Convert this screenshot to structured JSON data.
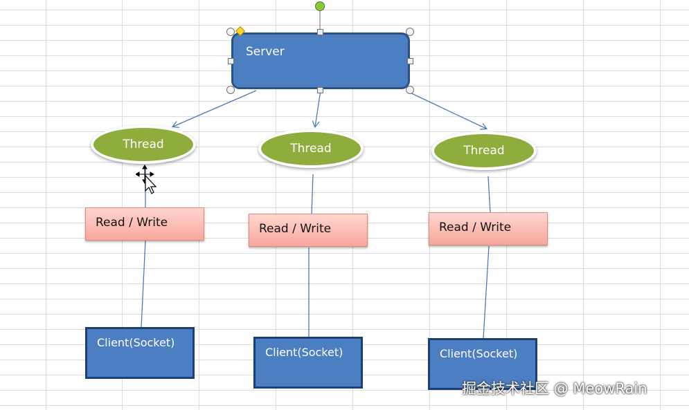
{
  "server": {
    "label": "Server"
  },
  "threads": [
    {
      "label": "Thread"
    },
    {
      "label": "Thread"
    },
    {
      "label": "Thread"
    }
  ],
  "read_write": [
    {
      "label": "Read / Write"
    },
    {
      "label": "Read / Write"
    },
    {
      "label": "Read / Write"
    }
  ],
  "clients": [
    {
      "label": "Client(Socket)"
    },
    {
      "label": "Client(Socket)"
    },
    {
      "label": "Client(Socket)"
    }
  ],
  "watermark": "掘金技术社区 @ MeowRain",
  "colors": {
    "shape_blue": "#4b7fc2",
    "thread_green": "#8ead3d",
    "rw_pink": "#f7a79c",
    "connector": "#4a7ab8"
  }
}
